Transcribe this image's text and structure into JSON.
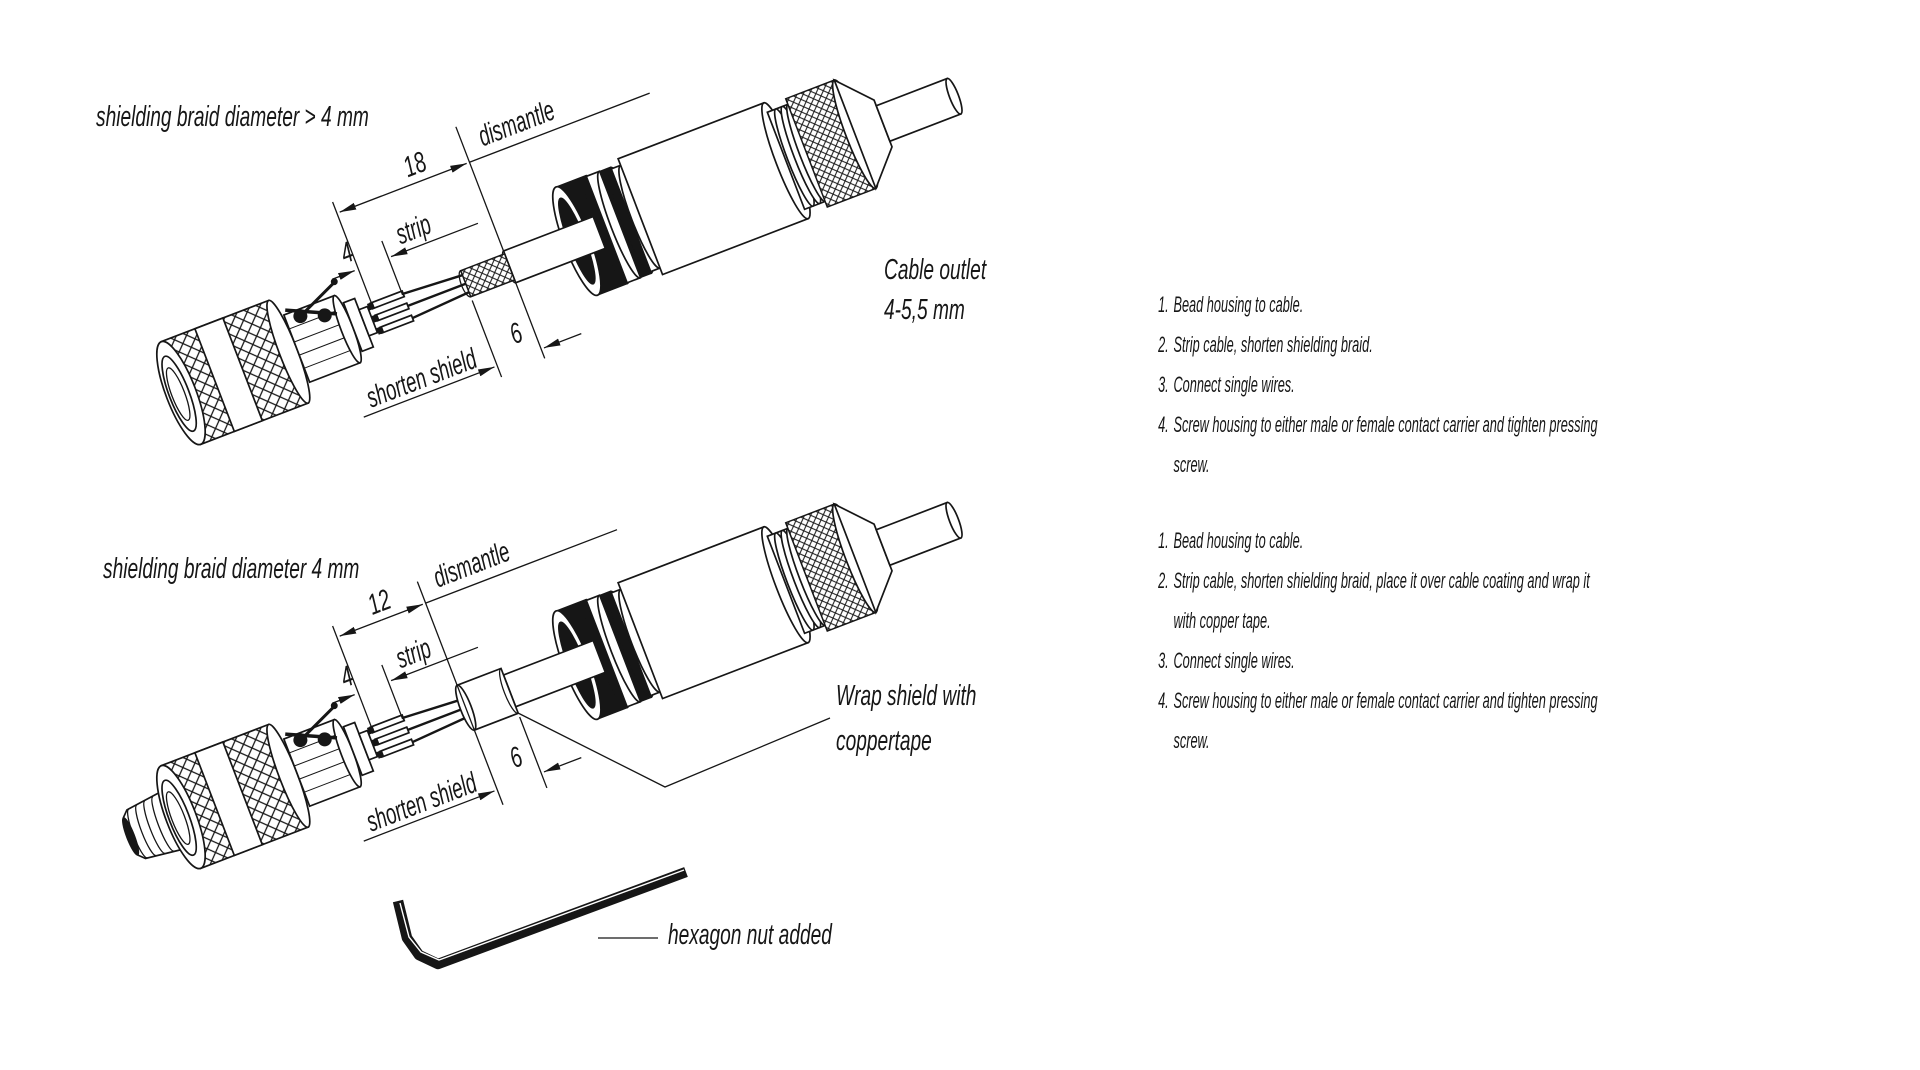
{
  "colors": {
    "ink": "#161616",
    "paper": "#ffffff"
  },
  "top": {
    "title": "shielding braid diameter > 4 mm",
    "dim_dismantle_value": "18",
    "dim_dismantle_label": "dismantle",
    "dim_strip_value": "4",
    "dim_strip_label": "strip",
    "dim_shield_value": "6",
    "dim_shield_label": "shorten shield",
    "cable_outlet_line1": "Cable outlet",
    "cable_outlet_line2": "4-5,5 mm",
    "steps": [
      "Bead housing to cable.",
      "Strip cable, shorten shielding braid.",
      "Connect single wires.",
      "Screw housing to either male or female contact carrier and tighten pressing screw."
    ]
  },
  "bottom": {
    "title": "shielding braid diameter 4 mm",
    "dim_dismantle_value": "12",
    "dim_dismantle_label": "dismantle",
    "dim_strip_value": "4",
    "dim_strip_label": "strip",
    "dim_shield_value": "6",
    "dim_shield_label": "shorten shield",
    "wrap_label_line1": "Wrap shield with",
    "wrap_label_line2": "coppertape",
    "hex_note": "hexagon nut added",
    "steps": [
      "Bead housing to cable.",
      "Strip cable, shorten shielding braid, place it over cable coating and wrap it with copper tape.",
      "Connect single wires.",
      "Screw housing to either male or female contact carrier and tighten pressing screw."
    ]
  }
}
